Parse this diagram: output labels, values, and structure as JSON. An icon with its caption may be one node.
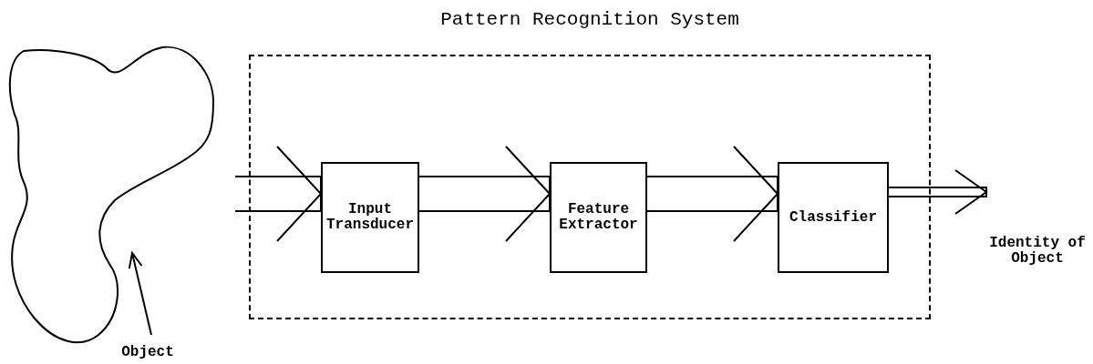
{
  "diagram": {
    "nodes": [
      {
        "text": [
          "Pattern Recognition System"
        ]
      },
      {
        "text": [],
        "shape": "picture"
      },
      {
        "text": [
          "Object"
        ]
      },
      {
        "text": [
          "Input Transducer"
        ],
        "in": 0
      },
      {
        "text": [
          "Feature Extractor"
        ],
        "in": 0
      },
      {
        "text": [
          "Classifier"
        ],
        "in": 0
      },
      {
        "text": [
          "Identity of Object"
        ]
      }
    ],
    "edges": [
      {
        "from": 2,
        "to": 1,
        "arrow": "to"
      },
      {
        "from": null,
        "to": 3,
        "arrow": "to"
      },
      {
        "from": 3,
        "to": 4,
        "arrow": "to"
      },
      {
        "from": 4,
        "to": 5,
        "arrow": "to"
      },
      {
        "from": 5,
        "to": 6,
        "arrow": "to"
      }
    ]
  }
}
